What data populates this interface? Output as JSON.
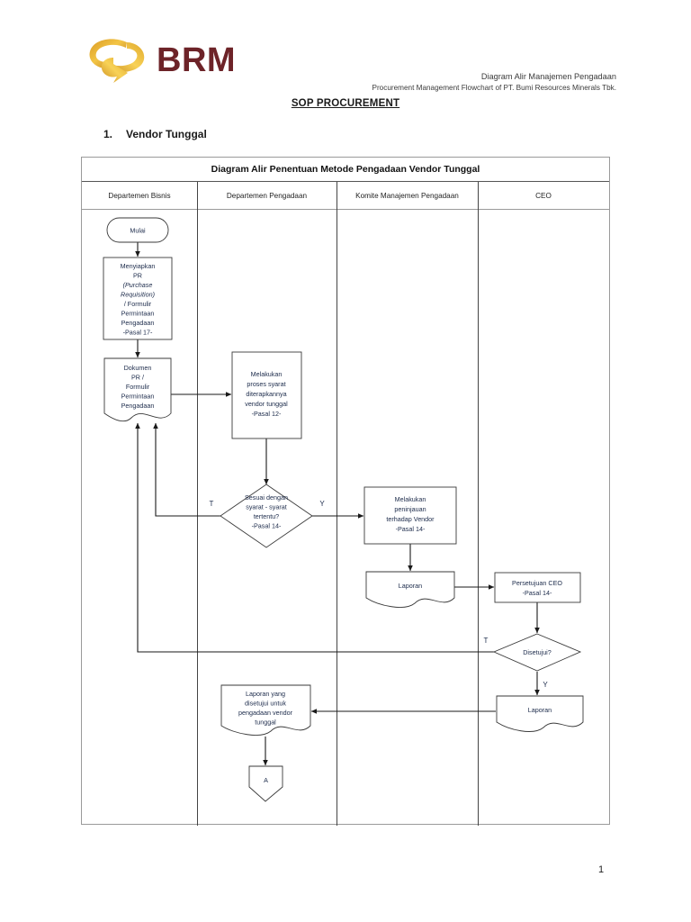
{
  "header": {
    "logo_text": "BRM",
    "logo_icon": "brm-swirl-logo",
    "title_line1": "Diagram Alir Manajemen Pengadaan",
    "title_line2": "Procurement Management Flowchart of PT. Bumi Resources Minerals Tbk.",
    "sop_heading": "SOP PROCUREMENT"
  },
  "section": {
    "number": "1.",
    "title": "Vendor Tunggal"
  },
  "page_number": "1",
  "flowchart": {
    "caption": "Diagram Alir Penentuan Metode Pengadaan Vendor Tunggal",
    "columns": [
      {
        "label": "Departemen Bisnis"
      },
      {
        "label": "Departemen Pengadaan"
      },
      {
        "label": "Komite Manajemen Pengadaan"
      },
      {
        "label": "CEO"
      }
    ],
    "nodes": {
      "start": "Mulai",
      "prepare_pr_l1": "Menyiapkan",
      "prepare_pr_l2": "PR",
      "prepare_pr_l3": "(Purchase",
      "prepare_pr_l4": "Requisition)",
      "prepare_pr_l5": "/ Formulir",
      "prepare_pr_l6": "Permintaan",
      "prepare_pr_l7": "Pengadaan",
      "prepare_pr_l8": "-Pasal 17-",
      "doc_pr_l1": "Dokumen",
      "doc_pr_l2": "PR /",
      "doc_pr_l3": "Formulir",
      "doc_pr_l4": "Permintaan",
      "doc_pr_l5": "Pengadaan",
      "process_req_l1": "Melakukan",
      "process_req_l2": "proses syarat",
      "process_req_l3": "diterapkannya",
      "process_req_l4": "vendor tunggal",
      "process_req_l5": "-Pasal 12-",
      "decision1_l1": "Sesuai dengan",
      "decision1_l2": "syarat - syarat",
      "decision1_l3": "tertentu?",
      "decision1_l4": "-Pasal 14-",
      "review_vendor_l1": "Melakukan",
      "review_vendor_l2": "peninjauan",
      "review_vendor_l3": "terhadap Vendor",
      "review_vendor_l4": "-Pasal 14-",
      "report1": "Laporan",
      "ceo_approval_l1": "Persetujuan CEO",
      "ceo_approval_l2": "-Pasal 14-",
      "decision2": "Disetujui?",
      "report2": "Laporan",
      "approved_report_l1": "Laporan yang",
      "approved_report_l2": "disetujui untuk",
      "approved_report_l3": "pengadaan vendor",
      "approved_report_l4": "tunggal",
      "connector_a": "A"
    },
    "branch_labels": {
      "d1_false": "T",
      "d1_true": "Y",
      "d2_false": "T",
      "d2_true": "Y"
    }
  },
  "colors": {
    "logo_gold_light": "#f5c13a",
    "logo_gold_dark": "#b8761f",
    "logo_maroon": "#6d2328",
    "text_dark": "#1a1a1a",
    "node_text": "#12233f",
    "frame_border": "#9a9a9a"
  }
}
